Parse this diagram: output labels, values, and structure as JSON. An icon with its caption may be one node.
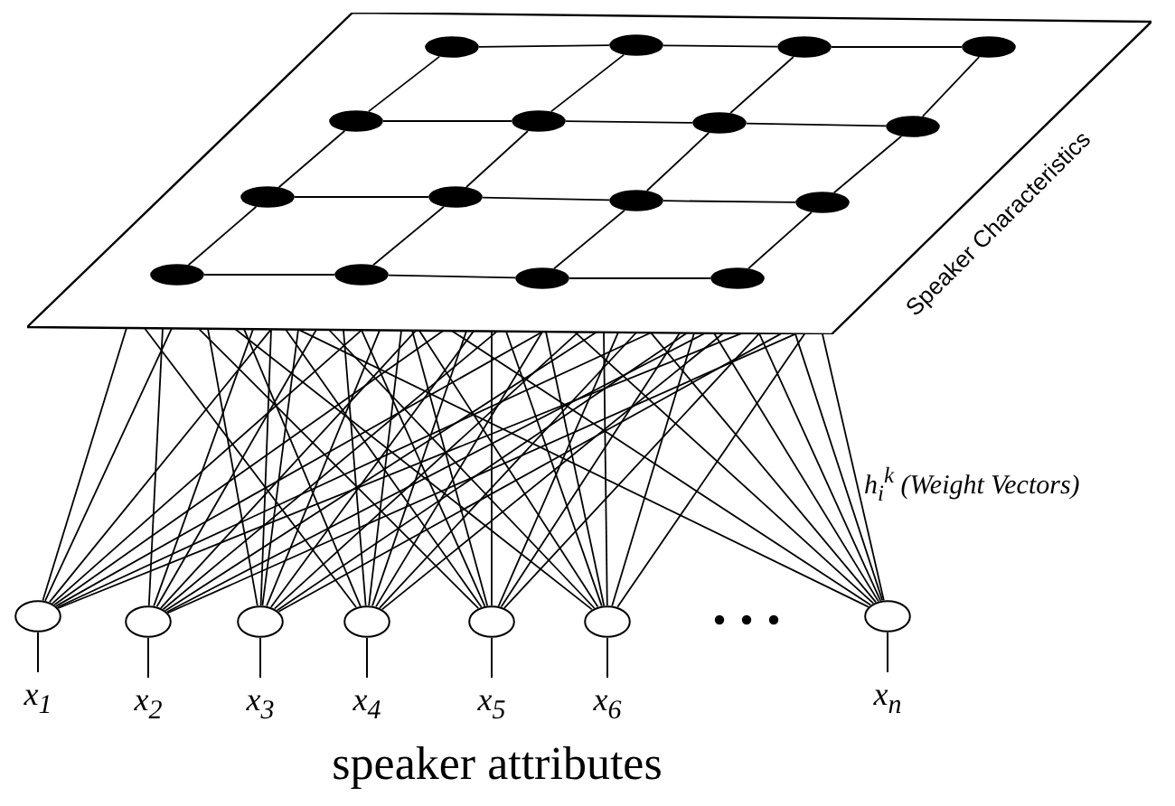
{
  "diagram": {
    "caption": "speaker attributes",
    "nodes": [
      {
        "text": [
          "Speaker Characteristics"
        ]
      },
      {
        "text": [],
        "shape": "circle",
        "in": 0
      },
      {
        "text": [],
        "shape": "circle",
        "in": 0
      },
      {
        "text": [],
        "shape": "circle",
        "in": 0
      },
      {
        "text": [],
        "shape": "circle",
        "in": 0
      },
      {
        "text": [],
        "shape": "circle",
        "in": 0
      },
      {
        "text": [],
        "shape": "circle",
        "in": 0
      },
      {
        "text": [],
        "shape": "circle",
        "in": 0
      },
      {
        "text": [],
        "shape": "circle",
        "in": 0
      },
      {
        "text": [],
        "shape": "circle",
        "in": 0
      },
      {
        "text": [],
        "shape": "circle",
        "in": 0
      },
      {
        "text": [],
        "shape": "circle",
        "in": 0
      },
      {
        "text": [],
        "shape": "circle",
        "in": 0
      },
      {
        "text": [],
        "shape": "circle",
        "in": 0
      },
      {
        "text": [],
        "shape": "circle",
        "in": 0
      },
      {
        "text": [],
        "shape": "circle",
        "in": 0
      },
      {
        "text": [],
        "shape": "circle",
        "in": 0
      },
      {
        "text": [],
        "shape": "circle",
        "beside": [
          "x$_{1}$"
        ]
      },
      {
        "text": [],
        "shape": "circle",
        "beside": [
          "x$_{2}$"
        ]
      },
      {
        "text": [],
        "shape": "circle",
        "beside": [
          "x$_{3}$"
        ]
      },
      {
        "text": [],
        "shape": "circle",
        "beside": [
          "x$_{4}$"
        ]
      },
      {
        "text": [],
        "shape": "circle",
        "beside": [
          "x$_{5}$"
        ]
      },
      {
        "text": [],
        "shape": "circle",
        "beside": [
          "x$_{6}$"
        ]
      },
      {
        "text": [],
        "shape": "circle",
        "beside": [
          "x$_{n}$"
        ]
      }
    ],
    "edges": [
      {
        "from": 1,
        "to": 2,
        "arrow": "none"
      },
      {
        "from": 2,
        "to": 3,
        "arrow": "none"
      },
      {
        "from": 3,
        "to": 4,
        "arrow": "none"
      },
      {
        "from": 5,
        "to": 6,
        "arrow": "none"
      },
      {
        "from": 6,
        "to": 7,
        "arrow": "none"
      },
      {
        "from": 7,
        "to": 8,
        "arrow": "none"
      },
      {
        "from": 9,
        "to": 10,
        "arrow": "none"
      },
      {
        "from": 10,
        "to": 11,
        "arrow": "none"
      },
      {
        "from": 11,
        "to": 12,
        "arrow": "none"
      },
      {
        "from": 13,
        "to": 14,
        "arrow": "none"
      },
      {
        "from": 14,
        "to": 15,
        "arrow": "none"
      },
      {
        "from": 15,
        "to": 16,
        "arrow": "none"
      },
      {
        "from": 1,
        "to": 5,
        "arrow": "none"
      },
      {
        "from": 5,
        "to": 9,
        "arrow": "none"
      },
      {
        "from": 9,
        "to": 13,
        "arrow": "none"
      },
      {
        "from": 2,
        "to": 6,
        "arrow": "none"
      },
      {
        "from": 6,
        "to": 10,
        "arrow": "none"
      },
      {
        "from": 10,
        "to": 14,
        "arrow": "none"
      },
      {
        "from": 3,
        "to": 7,
        "arrow": "none"
      },
      {
        "from": 7,
        "to": 11,
        "arrow": "none"
      },
      {
        "from": 11,
        "to": 15,
        "arrow": "none"
      },
      {
        "from": 4,
        "to": 8,
        "arrow": "none"
      },
      {
        "from": 8,
        "to": 12,
        "arrow": "none"
      },
      {
        "from": 12,
        "to": 16,
        "arrow": "none"
      },
      {
        "from": 17,
        "to": 0,
        "arrow": "none"
      },
      {
        "from": 17,
        "to": 0,
        "arrow": "none"
      },
      {
        "from": 17,
        "to": 0,
        "arrow": "none"
      },
      {
        "from": 17,
        "to": 0,
        "arrow": "none"
      },
      {
        "from": 17,
        "to": 0,
        "arrow": "none"
      },
      {
        "from": 17,
        "to": 0,
        "arrow": "none"
      },
      {
        "from": 17,
        "to": 0,
        "arrow": "none"
      },
      {
        "from": 17,
        "to": 0,
        "arrow": "none"
      },
      {
        "from": 18,
        "to": 0,
        "arrow": "none"
      },
      {
        "from": 18,
        "to": 0,
        "arrow": "none"
      },
      {
        "from": 18,
        "to": 0,
        "arrow": "none"
      },
      {
        "from": 18,
        "to": 0,
        "arrow": "none"
      },
      {
        "from": 18,
        "to": 0,
        "arrow": "none"
      },
      {
        "from": 18,
        "to": 0,
        "arrow": "none"
      },
      {
        "from": 18,
        "to": 0,
        "arrow": "none"
      },
      {
        "from": 18,
        "to": 0,
        "arrow": "none"
      },
      {
        "from": 19,
        "to": 0,
        "arrow": "none"
      },
      {
        "from": 19,
        "to": 0,
        "arrow": "none"
      },
      {
        "from": 19,
        "to": 0,
        "arrow": "none"
      },
      {
        "from": 19,
        "to": 0,
        "arrow": "none"
      },
      {
        "from": 19,
        "to": 0,
        "arrow": "none"
      },
      {
        "from": 19,
        "to": 0,
        "arrow": "none"
      },
      {
        "from": 19,
        "to": 0,
        "arrow": "none"
      },
      {
        "from": 19,
        "to": 0,
        "arrow": "none"
      },
      {
        "from": 20,
        "to": 0,
        "arrow": "none"
      },
      {
        "from": 20,
        "to": 0,
        "arrow": "none"
      },
      {
        "from": 20,
        "to": 0,
        "arrow": "none"
      },
      {
        "from": 20,
        "to": 0,
        "arrow": "none"
      },
      {
        "from": 20,
        "to": 0,
        "arrow": "none"
      },
      {
        "from": 20,
        "to": 0,
        "arrow": "none"
      },
      {
        "from": 20,
        "to": 0,
        "arrow": "none"
      },
      {
        "from": 20,
        "to": 0,
        "arrow": "none"
      },
      {
        "from": 21,
        "to": 0,
        "arrow": "none"
      },
      {
        "from": 21,
        "to": 0,
        "arrow": "none"
      },
      {
        "from": 21,
        "to": 0,
        "arrow": "none"
      },
      {
        "from": 21,
        "to": 0,
        "arrow": "none"
      },
      {
        "from": 21,
        "to": 0,
        "arrow": "none"
      },
      {
        "from": 21,
        "to": 0,
        "arrow": "none"
      },
      {
        "from": 21,
        "to": 0,
        "arrow": "none"
      },
      {
        "from": 21,
        "to": 0,
        "arrow": "none"
      },
      {
        "from": 22,
        "to": 0,
        "arrow": "none"
      },
      {
        "from": 22,
        "to": 0,
        "arrow": "none"
      },
      {
        "from": 22,
        "to": 0,
        "arrow": "none"
      },
      {
        "from": 22,
        "to": 0,
        "arrow": "none"
      },
      {
        "from": 22,
        "to": 0,
        "arrow": "none"
      },
      {
        "from": 22,
        "to": 0,
        "arrow": "none"
      },
      {
        "from": 22,
        "to": 0,
        "arrow": "none"
      },
      {
        "from": 22,
        "to": 0,
        "arrow": "none"
      },
      {
        "from": 23,
        "to": 0,
        "arrow": "none"
      },
      {
        "from": 23,
        "to": 0,
        "arrow": "none"
      },
      {
        "from": 23,
        "to": 0,
        "arrow": "none"
      },
      {
        "from": 23,
        "to": 0,
        "arrow": "none"
      },
      {
        "from": 23,
        "to": 0,
        "arrow": "none"
      },
      {
        "from": 23,
        "to": 0,
        "arrow": "none"
      },
      {
        "from": 23,
        "to": 0,
        "arrow": "none"
      },
      {
        "from": 23,
        "to": 0,
        "arrow": "none"
      }
    ],
    "labels": [
      "h$_{i}$$^{k}$ (Weight Vectors)"
    ]
  }
}
